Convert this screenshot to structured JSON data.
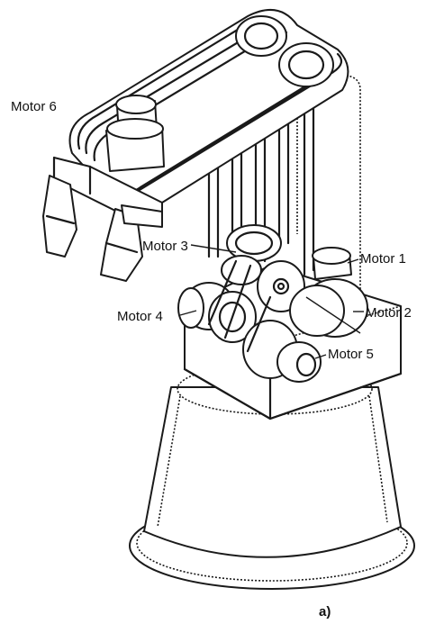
{
  "diagram": {
    "labels": {
      "motor6": "Motor 6",
      "motor3": "Motor 3",
      "motor1": "Motor 1",
      "motor4": "Motor 4",
      "motor2": "Motor 2",
      "motor5": "Motor 5"
    },
    "caption": "a)",
    "colors": {
      "line": "#1a1a1a",
      "background": "#ffffff"
    }
  }
}
